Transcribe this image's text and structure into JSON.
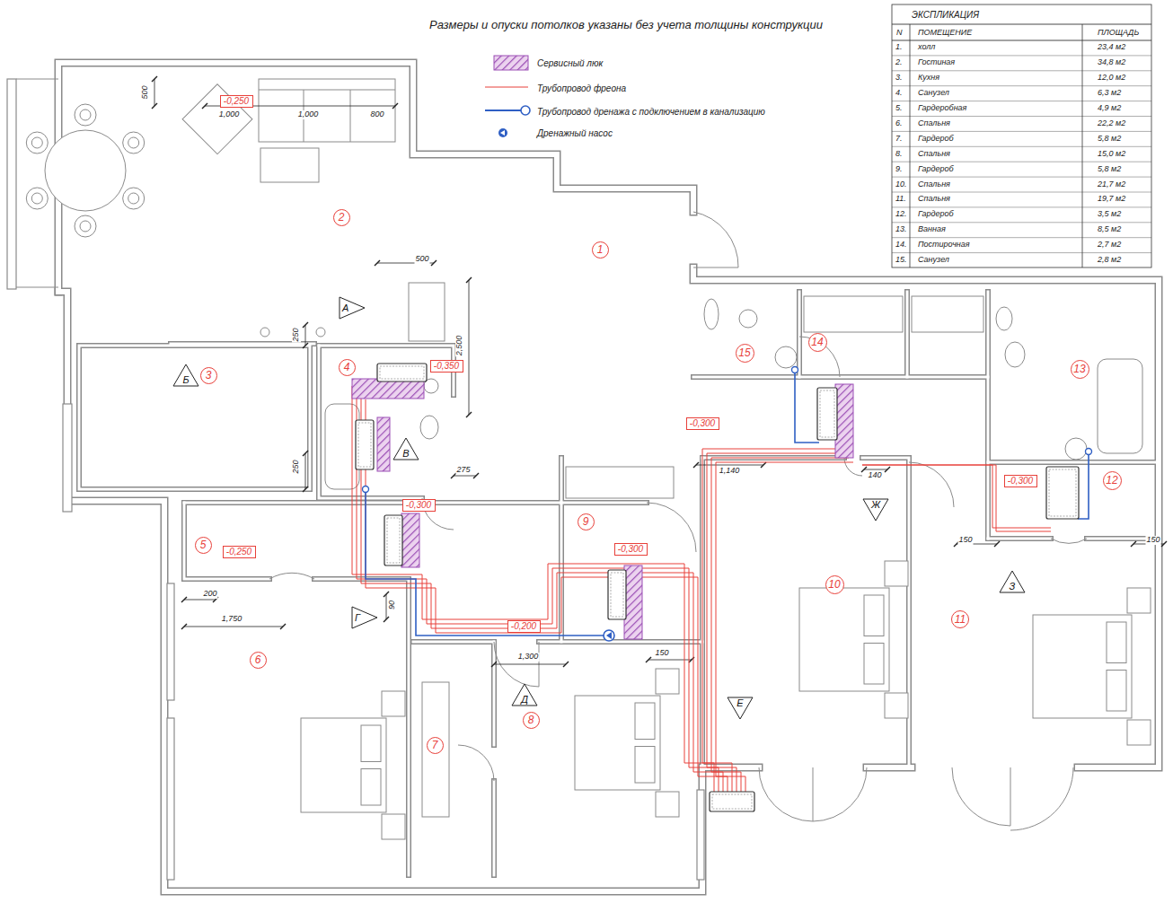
{
  "diagram": {
    "title": "Размеры и опуски потолков указаны без учета толщины конструкции",
    "nodes": [
      {
        "text": [
          "1"
        ]
      },
      {
        "text": [
          "2"
        ]
      },
      {
        "text": [
          "3"
        ]
      },
      {
        "text": [
          "4"
        ]
      },
      {
        "text": [
          "5"
        ]
      },
      {
        "text": [
          "6"
        ]
      },
      {
        "text": [
          "7"
        ]
      },
      {
        "text": [
          "8"
        ]
      },
      {
        "text": [
          "9"
        ]
      },
      {
        "text": [
          "10"
        ]
      },
      {
        "text": [
          "11"
        ]
      },
      {
        "text": [
          "12"
        ]
      },
      {
        "text": [
          "13"
        ]
      },
      {
        "text": [
          "14"
        ]
      },
      {
        "text": [
          "15"
        ]
      },
      {
        "text": [
          "-0,250"
        ]
      },
      {
        "text": [
          "-0,350"
        ]
      },
      {
        "text": [
          "-0,300"
        ]
      },
      {
        "text": [
          "-0,300"
        ]
      },
      {
        "text": [
          "-0,300"
        ]
      },
      {
        "text": [
          "-0,300"
        ]
      },
      {
        "text": [
          "-0,250"
        ]
      },
      {
        "text": [
          "-0,200"
        ]
      },
      {
        "text": [
          "А"
        ]
      },
      {
        "text": [
          "Б"
        ]
      },
      {
        "text": [
          "В"
        ]
      },
      {
        "text": [
          "Г"
        ]
      },
      {
        "text": [
          "Д"
        ]
      },
      {
        "text": [
          "Е"
        ]
      },
      {
        "text": [
          "Ж"
        ]
      },
      {
        "text": [
          "З"
        ]
      }
    ],
    "labels": [
      "ЭКСПЛИКАЦИЯ",
      "N",
      "ПОМЕЩЕНИЕ",
      "ПЛОЩАДЬ",
      "1.",
      "холл",
      "23,4 м2",
      "2.",
      "Гостиная",
      "34,8 м2",
      "3.",
      "Кухня",
      "12,0 м2",
      "4.",
      "Санузел",
      "6,3 м2",
      "5.",
      "Гардеробная",
      "4,9 м2",
      "6.",
      "Спальня",
      "22,2 м2",
      "7.",
      "Гардероб",
      "5,8 м2",
      "8.",
      "Спальня",
      "15,0 м2",
      "9.",
      "Гардероб",
      "5,8 м2",
      "10.",
      "Спальня",
      "21,7 м2",
      "11.",
      "Спальня",
      "19,7 м2",
      "12.",
      "Гардероб",
      "3,5 м2",
      "13.",
      "Ванная",
      "8,5 м2",
      "14.",
      "Постирочная",
      "2,7 м2",
      "15.",
      "Санузел",
      "2,8 м2",
      "500",
      "1,000",
      "1,000",
      "800",
      "500",
      "2,500",
      "250",
      "250",
      "275",
      "1,140",
      "140",
      "150",
      "150",
      "200",
      "1,750",
      "90",
      "1,300",
      "150"
    ],
    "legend": [
      {
        "text": "Сервисный люк"
      },
      {
        "text": "Трубопровод фреона"
      },
      {
        "text": "Трубопровод дренажа с подключением в канализацию"
      },
      {
        "text": "Дренажный насос"
      }
    ]
  }
}
